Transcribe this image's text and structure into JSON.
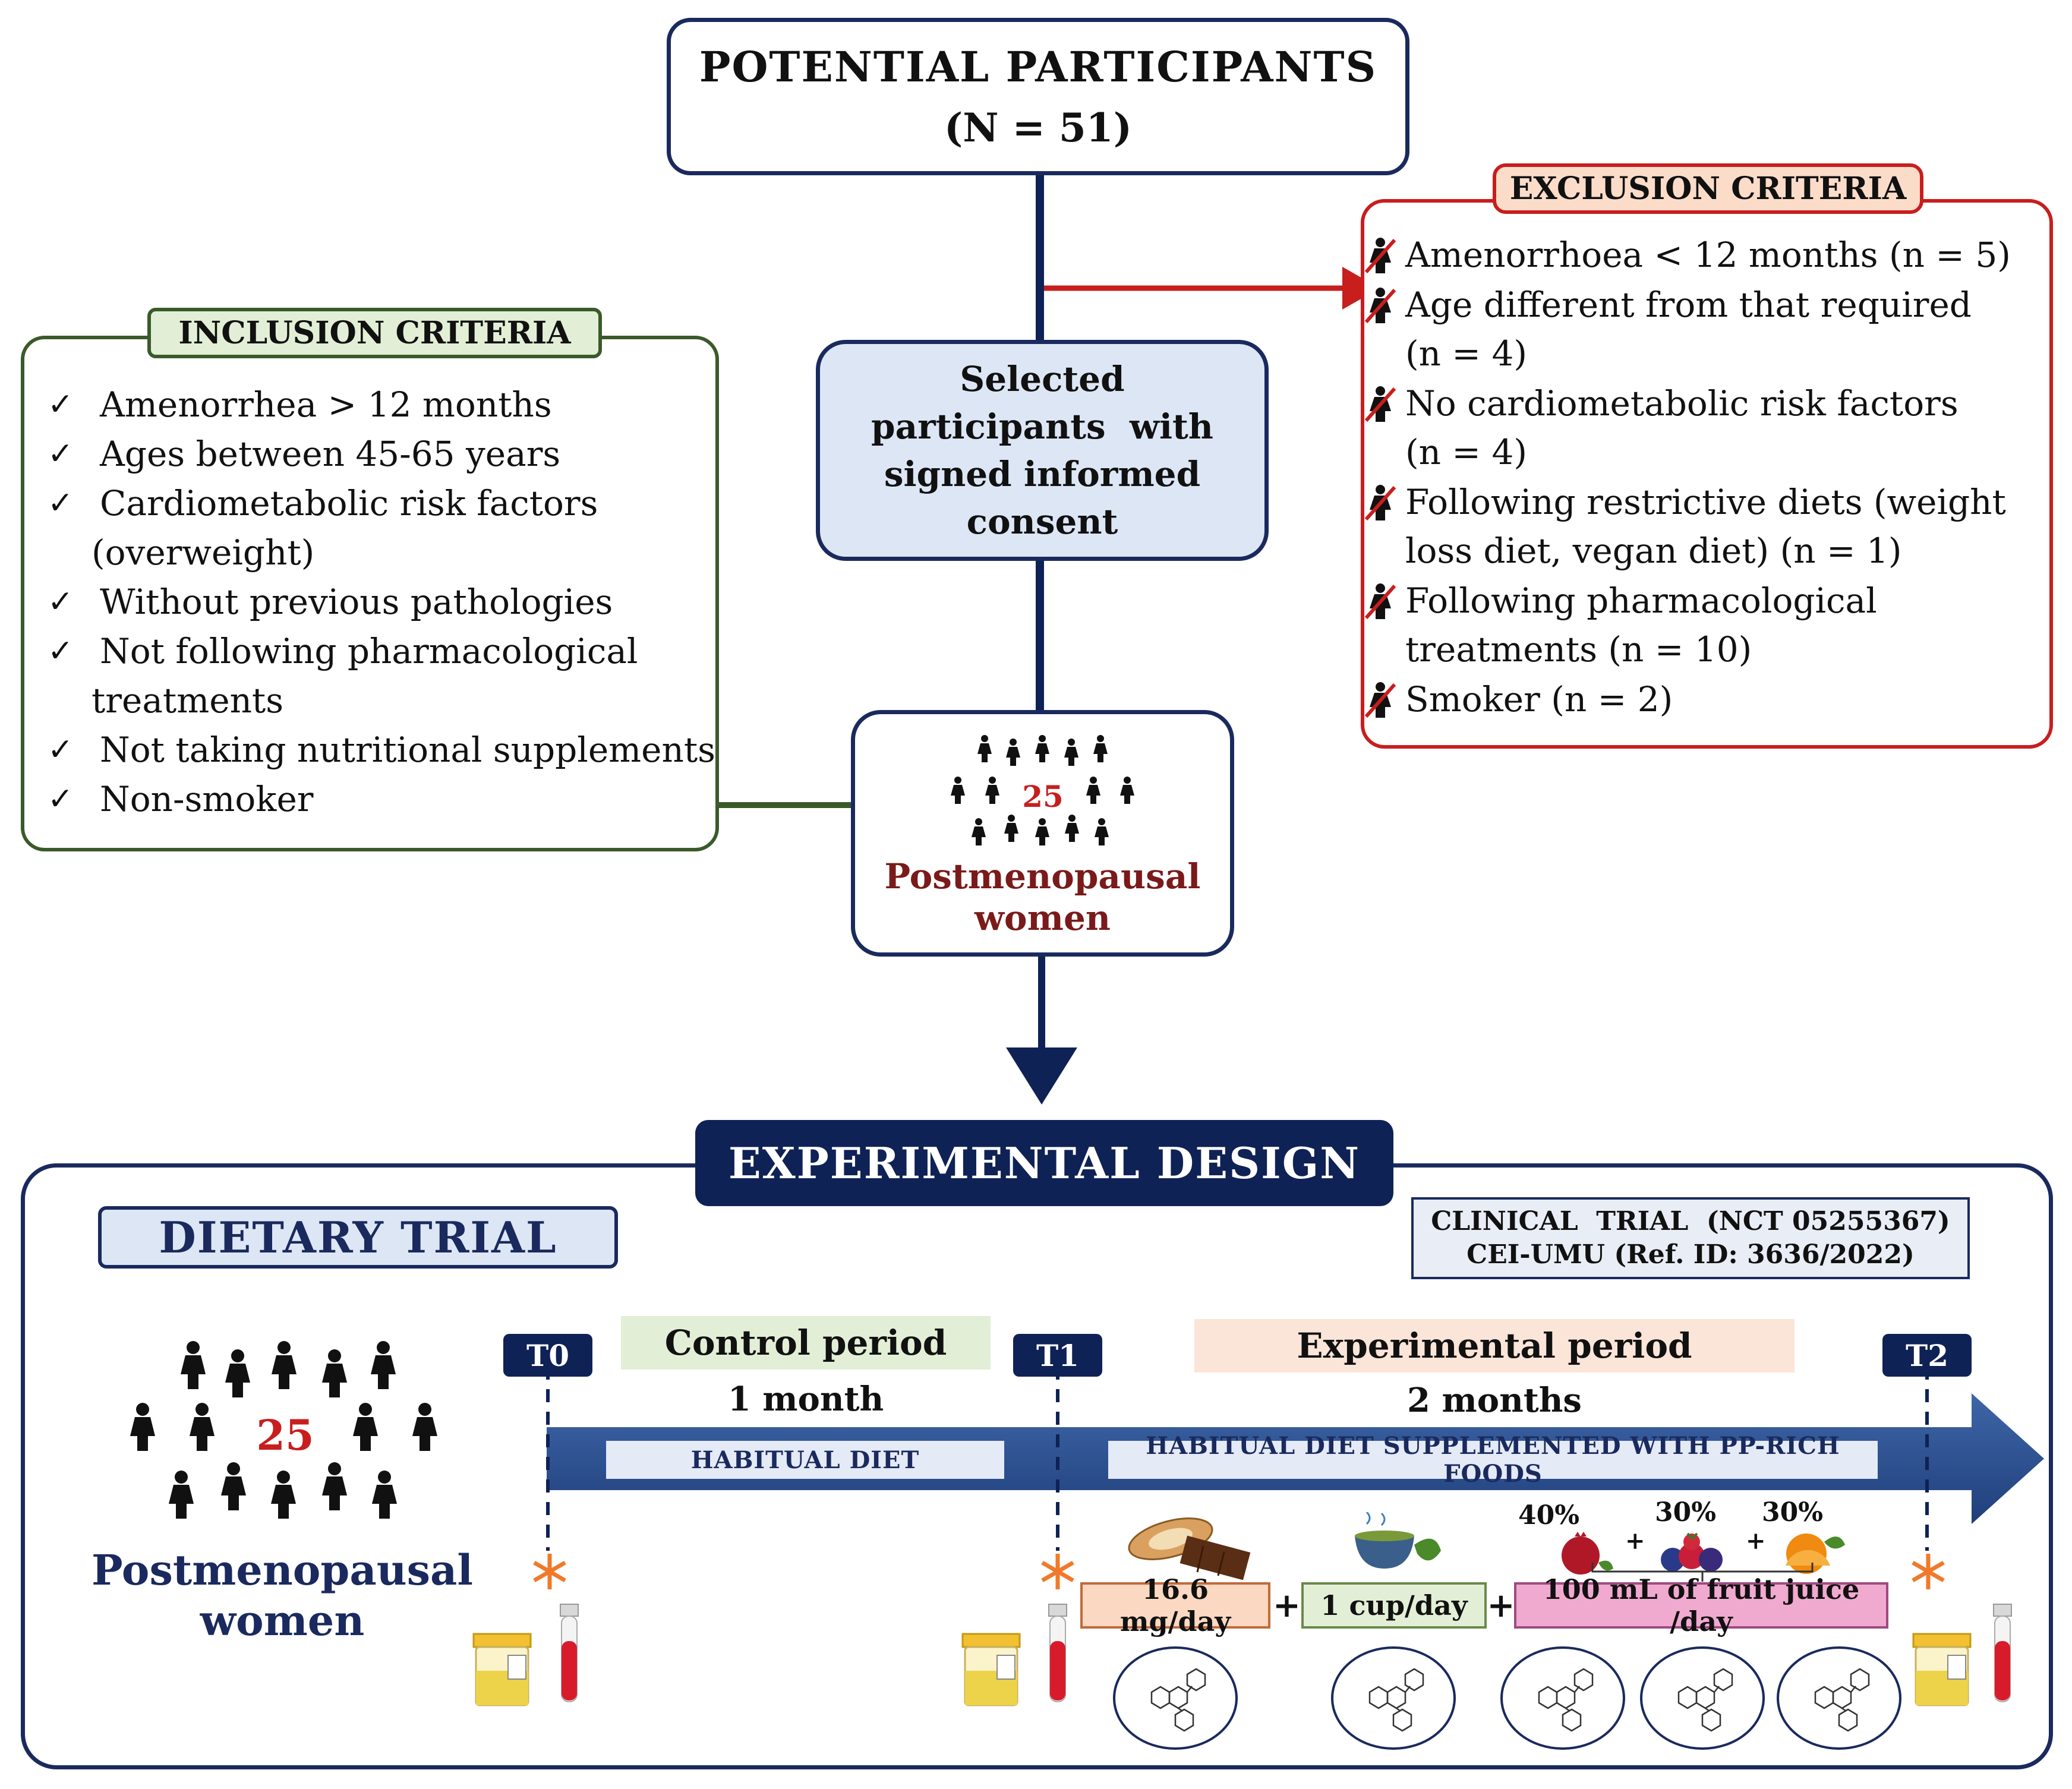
{
  "potential": {
    "title": "POTENTIAL PARTICIPANTS",
    "count": "(N = 51)"
  },
  "exclusion": {
    "title": "EXCLUSION CRITERIA",
    "items": [
      [
        "Amenorrhoea < 12 months (n = 5)"
      ],
      [
        "Age different from that required",
        "(n = 4)"
      ],
      [
        "No cardiometabolic risk factors",
        "(n = 4)"
      ],
      [
        "Following restrictive diets (weight",
        "loss diet, vegan diet) (n = 1)"
      ],
      [
        "Following pharmacological",
        "treatments (n = 10)"
      ],
      [
        "Smoker (n = 2)"
      ]
    ]
  },
  "inclusion": {
    "title": "INCLUSION CRITERIA",
    "check": "✓",
    "items": [
      [
        "Amenorrhea > 12 months"
      ],
      [
        "Ages between 45-65 years"
      ],
      [
        "Cardiometabolic risk factors",
        "(overweight)"
      ],
      [
        "Without previous pathologies"
      ],
      [
        "Not following pharmacological",
        "treatments"
      ],
      [
        "Not taking nutritional supplements"
      ],
      [
        "Non-smoker"
      ]
    ]
  },
  "selected": {
    "lines": [
      "Selected",
      "participants  with",
      "signed informed",
      "consent"
    ]
  },
  "women": {
    "count": "25",
    "label_line1": "Postmenopausal",
    "label_line2": "women"
  },
  "experimental": {
    "title": "EXPERIMENTAL DESIGN",
    "dietary_trial": "DIETARY TRIAL",
    "clinical_line1": "CLINICAL  TRIAL  (NCT 05255367)",
    "clinical_line2": "CEI-UMU (Ref. ID: 3636/2022)",
    "control_period": "Control period",
    "experimental_period": "Experimental period",
    "control_duration": "1 month",
    "experimental_duration": "2 months",
    "timepoints": [
      "T0",
      "T1",
      "T2"
    ],
    "habitual_diet": "HABITUAL DIET",
    "supplemented_diet": "HABITUAL DIET SUPPLEMENTED WITH PP-RICH FOODS",
    "doses": [
      "16.6 mg/day",
      "1 cup/day",
      "100 mL of fruit juice /day"
    ],
    "plus": "+",
    "juice_percentages": [
      "40%",
      "30%",
      "30%"
    ],
    "women_count": "25",
    "women_label_line1": "Postmenopausal",
    "women_label_line2": "women"
  },
  "colors": {
    "navy": "#0f2256",
    "exclusion_red": "#c81e1e",
    "inclusion_green": "#3a5a2a",
    "sample_asterisk": "#f07a2a"
  },
  "icons": [
    "woman-figure-icon",
    "crossed-woman-icon",
    "checkmark-icon",
    "urine-sample-icon",
    "blood-tube-icon",
    "cocoa-chocolate-icon",
    "tea-cup-icon",
    "pomegranate-icon",
    "berries-icon",
    "orange-icon",
    "polyphenol-structure-icon",
    "sampling-asterisk-icon"
  ]
}
